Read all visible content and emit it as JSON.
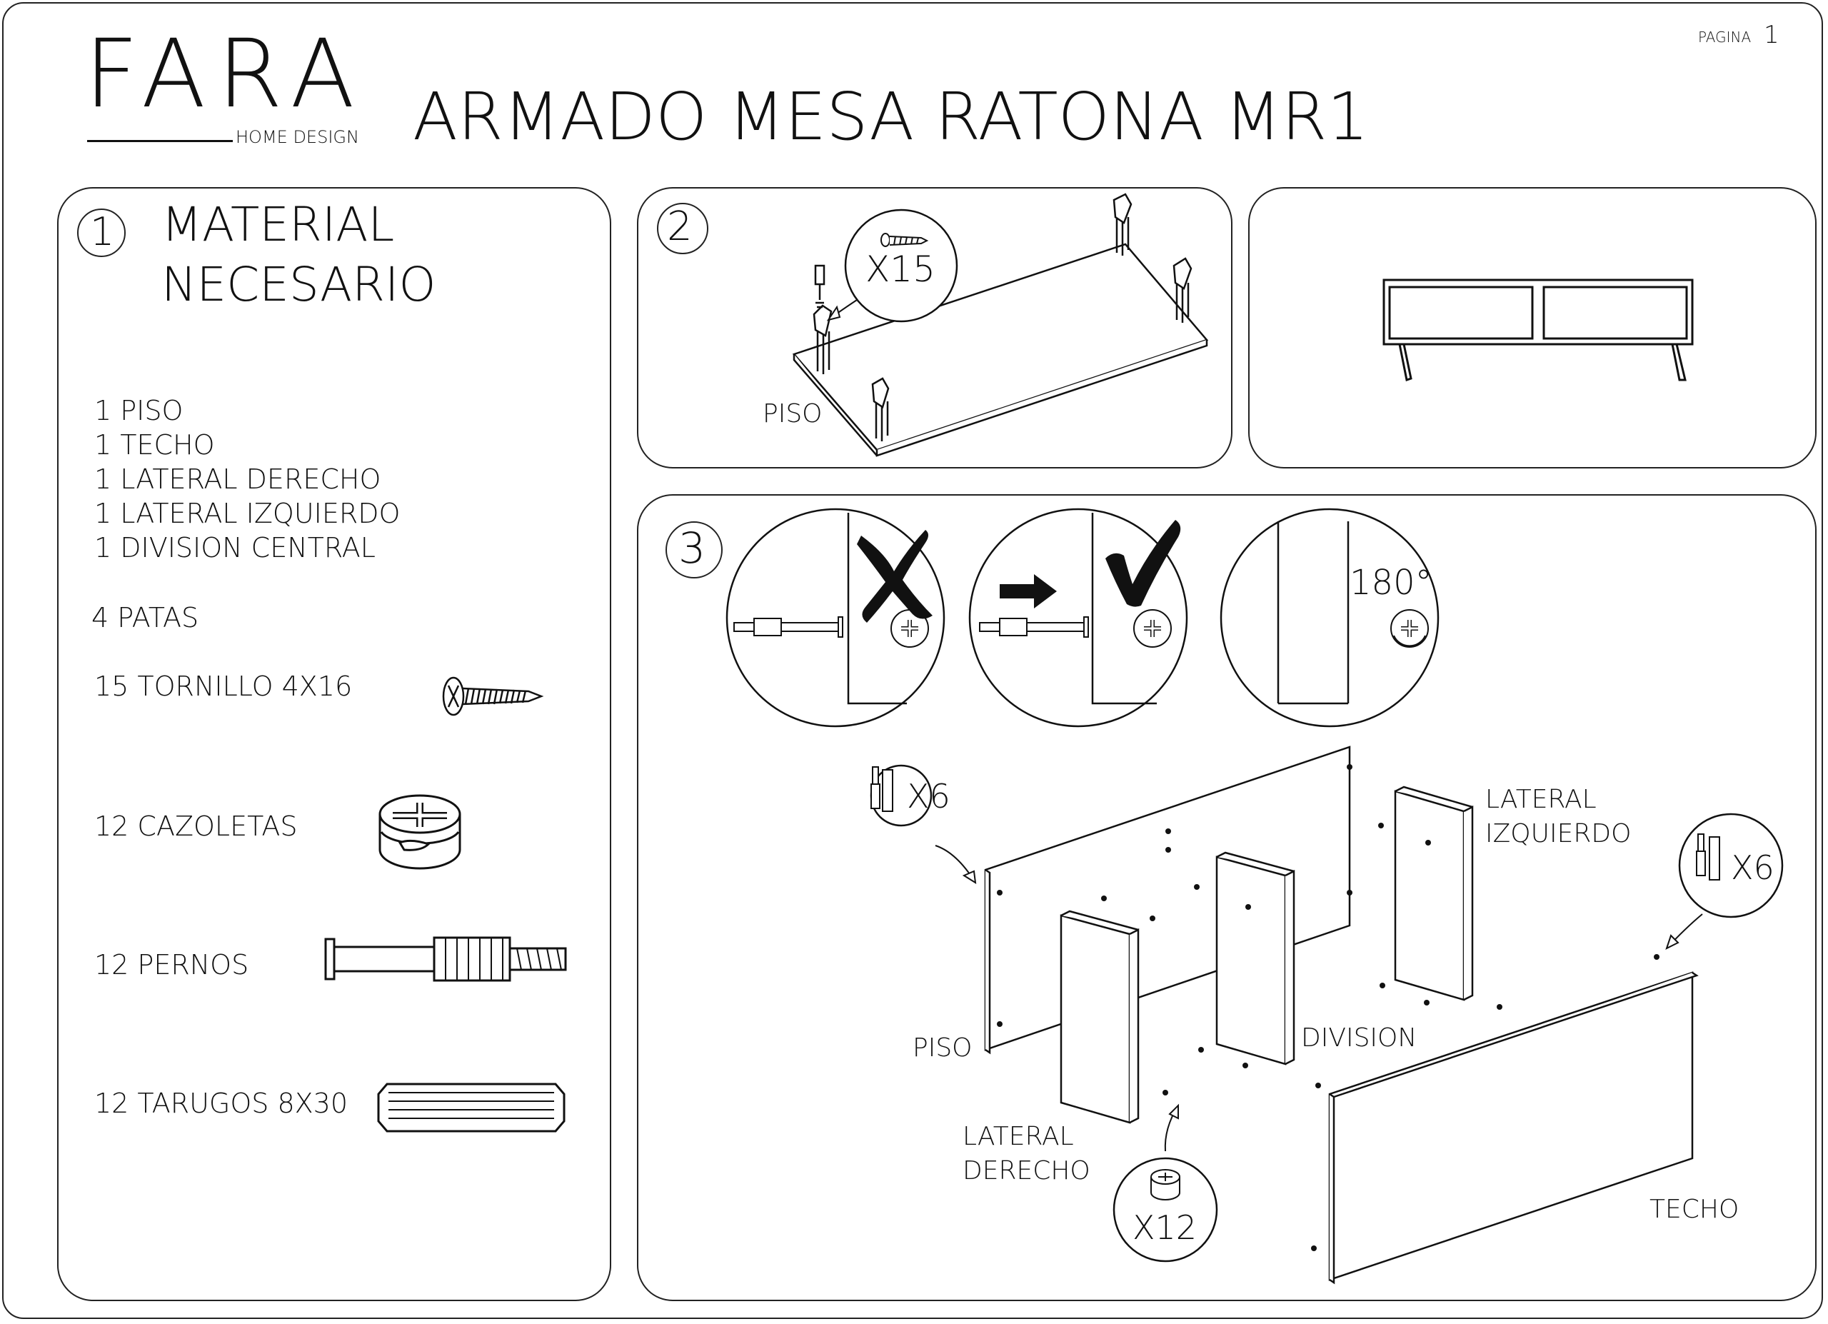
{
  "header": {
    "brand": "FARA",
    "brand_sub": "HOME DESIGN",
    "title": "ARMADO MESA RATONA MR1",
    "page_label": "PAGINA",
    "page_number": "1"
  },
  "step1": {
    "number": "1",
    "heading_line1": "MATERIAL",
    "heading_line2": "NECESARIO",
    "parts": [
      "1 PISO",
      "1 TECHO",
      "1 LATERAL  DERECHO",
      "1 LATERAL IZQUIERDO",
      "1 DIVISION CENTRAL"
    ],
    "legs": "4 PATAS",
    "screws": "15 TORNILLO 4X16",
    "cams": "12 CAZOLETAS",
    "bolts": "12 PERNOS",
    "dowels": "12 TARUGOS 8X30"
  },
  "step2": {
    "number": "2",
    "qty": "X15",
    "board_label": "PISO"
  },
  "step3": {
    "number": "3",
    "rotation": "180°",
    "qty_left": "X6",
    "qty_right": "X6",
    "qty_cams": "X12",
    "label_piso": "PISO",
    "label_division": "DIVISION",
    "label_lateral_izq_1": "LATERAL",
    "label_lateral_izq_2": "IZQUIERDO",
    "label_lateral_der_1": "LATERAL",
    "label_lateral_der_2": "DERECHO",
    "label_techo": "TECHO"
  },
  "icons": [
    "wrong-mark-icon",
    "correct-mark-icon",
    "push-arrow-icon",
    "rotate-icon"
  ]
}
